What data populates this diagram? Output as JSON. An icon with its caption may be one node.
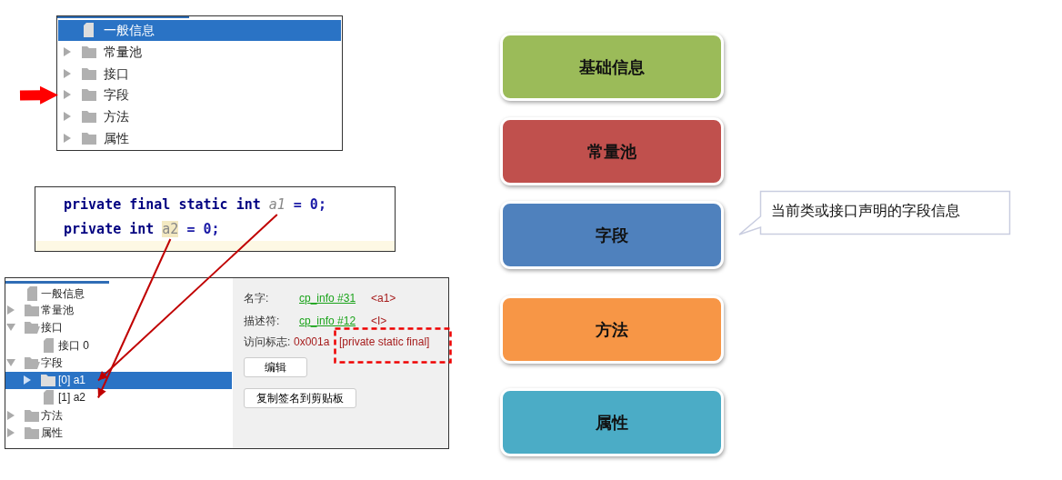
{
  "diagram": {
    "nodes": [
      {
        "text": [
          "字段"
        ]
      },
      {
        "text": [
          "private final static int",
          "a1",
          "= 0;"
        ]
      },
      {
        "text": [
          "private int",
          "a2",
          "= 0;"
        ]
      },
      {
        "text": [
          "[0] a1"
        ]
      },
      {
        "text": [
          "[1] a2"
        ]
      },
      {
        "text": [
          "基础信息"
        ]
      },
      {
        "text": [
          "常量池"
        ]
      },
      {
        "text": [
          "字段"
        ],
        "beside": [
          "当前类或接口声明的字段信息"
        ]
      },
      {
        "text": [
          "方法"
        ]
      },
      {
        "text": [
          "属性"
        ]
      }
    ],
    "edges": [
      {
        "from": null,
        "to": 0,
        "arrow": "to",
        "style": "thick",
        "color": "#ff0000"
      },
      {
        "from": 2,
        "to": 4,
        "arrow": "to",
        "color": "#c00000"
      },
      {
        "from": 1,
        "to": 3,
        "arrow": "to",
        "color": "#c00000"
      }
    ],
    "labels": [
      "一般信息",
      "常量池",
      "接口",
      "方法",
      "属性",
      "一般信息",
      "常量池",
      "接口",
      "接口 0",
      "字段",
      "方法",
      "属性",
      "名字:",
      "cp_info #31",
      "<a1>",
      "描述符:",
      "cp_info #12",
      "<I>",
      "访问标志:",
      "0x001a",
      "[private static final]",
      "编辑",
      "复制签名到剪贴板"
    ]
  }
}
